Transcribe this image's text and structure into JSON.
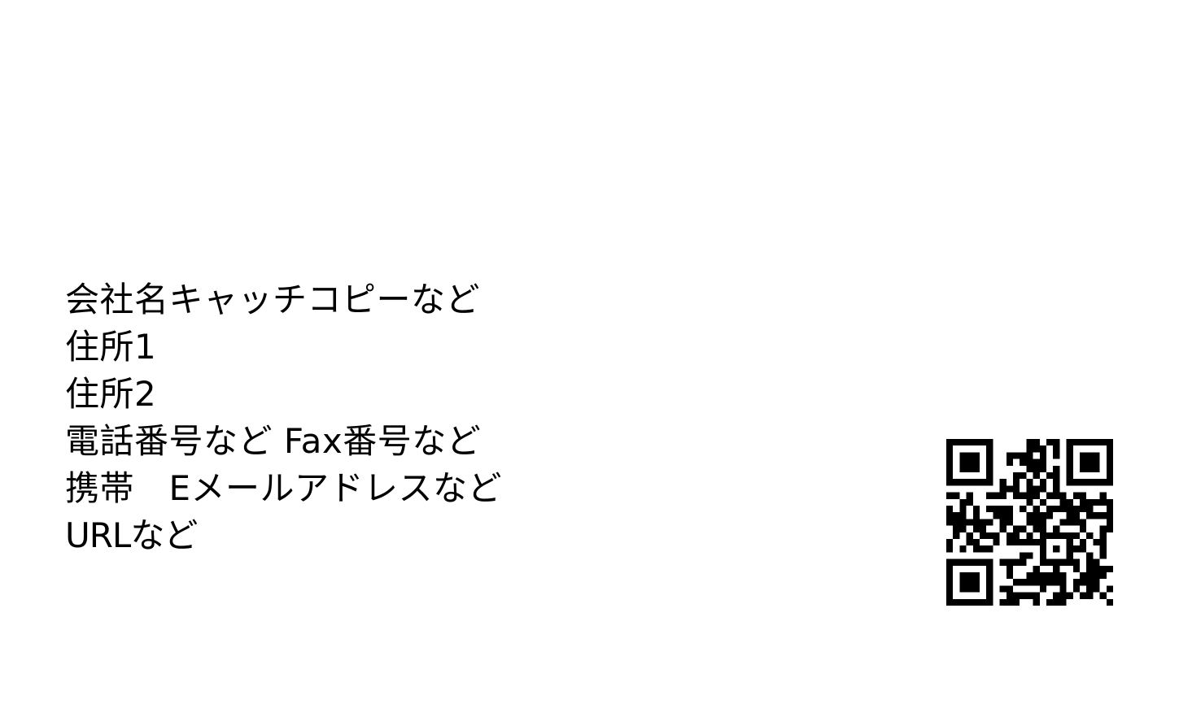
{
  "card": {
    "lines": [
      "会社名キャッチコピーなど",
      "住所1",
      "住所2",
      "電話番号など Fax番号など",
      "携帯　Eメールアドレスなど",
      "URLなど"
    ]
  },
  "colors": {
    "background": "#ffffff",
    "text": "#000000"
  },
  "qr": {
    "icon": "qr-code-icon",
    "modules": 25
  }
}
